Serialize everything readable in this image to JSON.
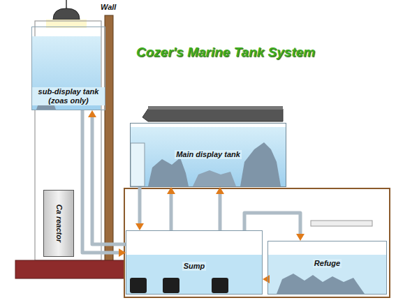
{
  "diagram": {
    "title": "Cozer's Marine Tank System",
    "nodes": [
      {
        "text": [
          "sub-display tank (zoas only)"
        ]
      },
      {
        "text": [
          "Main display tank"
        ]
      },
      {
        "text": [
          "Ca reactor"
        ]
      },
      {
        "text": [
          "Sump"
        ]
      },
      {
        "text": [
          "Refuge"
        ]
      }
    ],
    "edges": [
      {
        "from": 1,
        "to": 3,
        "arrow": "to"
      },
      {
        "from": 3,
        "to": 1,
        "arrow": "to"
      },
      {
        "from": 3,
        "to": 1,
        "arrow": "to"
      },
      {
        "from": 3,
        "to": 0,
        "arrow": "to"
      },
      {
        "from": 0,
        "to": 3,
        "arrow": "to"
      },
      {
        "from": 3,
        "to": 4,
        "arrow": "to"
      },
      {
        "from": 4,
        "to": 3,
        "arrow": "to"
      }
    ],
    "labels": [
      "Wall"
    ]
  }
}
